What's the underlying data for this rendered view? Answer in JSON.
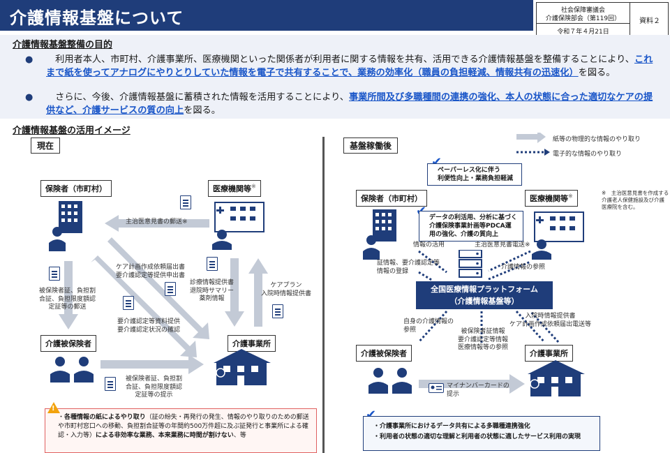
{
  "header": {
    "title": "介護情報基盤について",
    "meta_line1": "社会保障審議会",
    "meta_line2": "介護保険部会（第119回）",
    "meta_date": "令和７年４月21日",
    "meta_doc": "資料２"
  },
  "purpose": {
    "heading": "介護情報基盤整備の目的",
    "p1_a": "　利用者本人、市町村、介護事業所、医療機関といった関係者が利用者に関する情報を共有、活用できる介護情報基盤を整備することにより、",
    "p1_hl": "これまで紙を使ってアナログにやりとりしていた情報を電子で共有することで、業務の効率化（職員の負担軽減、情報共有の迅速化）",
    "p1_b": "を図る。",
    "p2_a": "　さらに、今後、介護情報基盤に蓄積された情報を活用することにより、",
    "p2_hl1": "事業所間及び多職種間の連携の強化、本人の状態に合った適切なケアの提供など、介護サービスの質の向上",
    "p2_b": "を図る。"
  },
  "usage_heading": "介護情報基盤の活用イメージ",
  "current": {
    "label": "現在",
    "insurer": "保険者（市町村）",
    "medical": "医療機関等",
    "medical_note": "※",
    "insured": "介護被保険者",
    "office": "介護事業所",
    "ann_doctor_opinion": "主治医意見書の郵送",
    "ann_doctor_note": "※",
    "ann_insurer_to_insured": [
      "被保険者証、負担割",
      "合証、負担限度額認",
      "定証等の郵送"
    ],
    "ann_careplan_request": [
      "ケア計画作成依頼届出書",
      "要介護認定等提供申出書"
    ],
    "ann_med_to_office": [
      "診療情報提供書",
      "退院時サマリー",
      "薬剤情報"
    ],
    "ann_office_to_med": [
      "ケアプラン",
      "入院時情報提供書"
    ],
    "ann_cert_provision": [
      "要介護認定等資料提供",
      "要介護認定状況の確認"
    ],
    "ann_insured_to_office": [
      "被保険者証、負担割",
      "合証、負担限度額認",
      "定証等の提示"
    ],
    "warn_bold1": "各種情報の紙によるやり取り",
    "warn_text1": "（証の紛失・再発行の発生、情報のやり取りのための郵送や市町村窓口への移動、負担割合証等の年間約500万件超に及ぶ証発行と事業所による確認・入力等）",
    "warn_bold2": "による非効率な業務、本来業務に時間が割けない",
    "warn_text2": "、等"
  },
  "future": {
    "label": "基盤稼働後",
    "legend_paper": "紙等の物理的な情報のやり取り",
    "legend_electronic": "電子的な情報のやり取り",
    "insurer": "保険者（市町村）",
    "medical": "医療機関等",
    "medical_note": "※",
    "note_small": [
      "※　主治医意見書を作成する",
      "介護老人保健施設及び介護",
      "医療院を含む。"
    ],
    "check1": [
      "ペーパーレス化に伴う",
      "利便性向上・業務負担軽減"
    ],
    "check2": [
      "データの利活用、分析に基づく",
      "介護保険事業計画等PDCA運",
      "用の強化、介護の質向上"
    ],
    "ann_info_use": "情報の活用",
    "ann_doctor_elec": "主治医意見書電送",
    "ann_doctor_note": "※",
    "ann_cert_register": [
      "証情報、要介護認定等",
      "情報の登録"
    ],
    "ann_care_ref": "介護情報の参照",
    "platform_line1": "全国医療情報プラットフォーム",
    "platform_line2": "（介護情報基盤等）",
    "ann_self_ref": [
      "自身の介護情報の",
      "参照"
    ],
    "ann_office_ref": [
      "被保険者証情報",
      "要介護認定等情報",
      "医療情報等の参照"
    ],
    "ann_hospital": [
      "入院時情報提供書",
      "ケア計画作成依頼届出電送等"
    ],
    "insured": "介護被保険者",
    "office": "介護事業所",
    "ann_mynumber": [
      "マイナンバーカードの",
      "提示"
    ],
    "result1": "介護事業所におけるデータ共有による多職種連携強化",
    "result2": "利用者の状態の適切な理解と利用者の状態に適したサービス利用の実現"
  },
  "colors": {
    "navy": "#1f3d7a",
    "link_blue": "#1a56c8",
    "arrow_gray": "#c3cad6",
    "warn_red": "#e06060"
  }
}
